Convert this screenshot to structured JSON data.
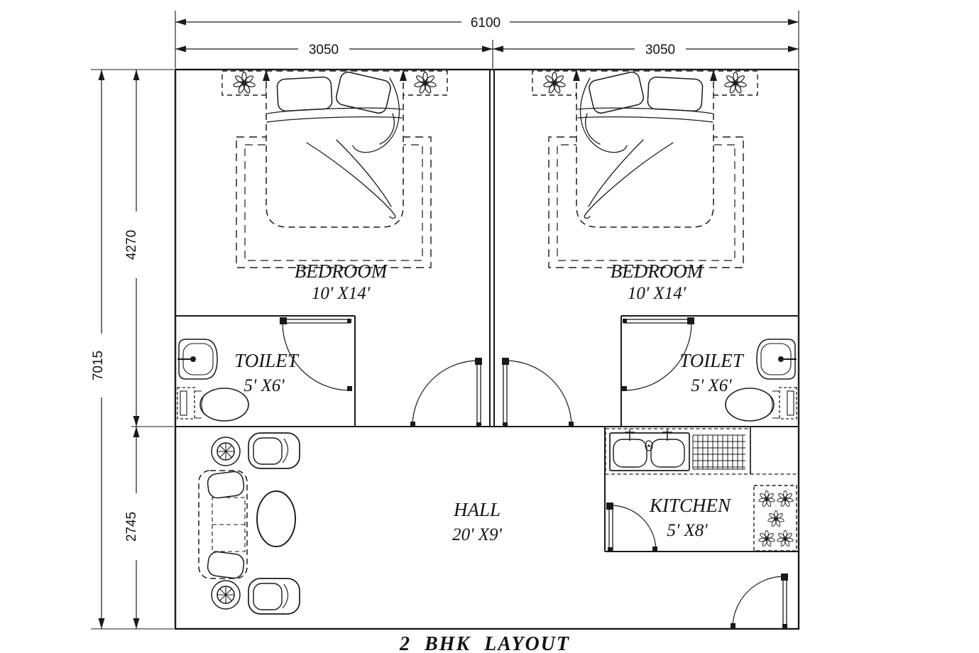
{
  "title": "2 BHK LAYOUT",
  "dimensions": {
    "top_total": "6100",
    "top_left": "3050",
    "top_right": "3050",
    "left_total": "7015",
    "left_upper": "4270",
    "left_lower": "2745"
  },
  "rooms": {
    "bedroom_left": {
      "label": "BEDROOM",
      "size": "10' X14'"
    },
    "bedroom_right": {
      "label": "BEDROOM",
      "size": "10' X14'"
    },
    "toilet_left": {
      "label": "TOILET",
      "size": "5' X6'"
    },
    "toilet_right": {
      "label": "TOILET",
      "size": "5' X6'"
    },
    "hall": {
      "label": "HALL",
      "size": "20' X9'"
    },
    "kitchen": {
      "label": "KITCHEN",
      "size": "5' X8'"
    }
  },
  "symbols": {
    "nightstand_plant": "flower-symbol",
    "stove_burner": "flower-symbol",
    "side_stool": "spoked-wheel-symbol"
  },
  "colors": {
    "line": "#1a1a1a",
    "background": "#ffffff"
  }
}
